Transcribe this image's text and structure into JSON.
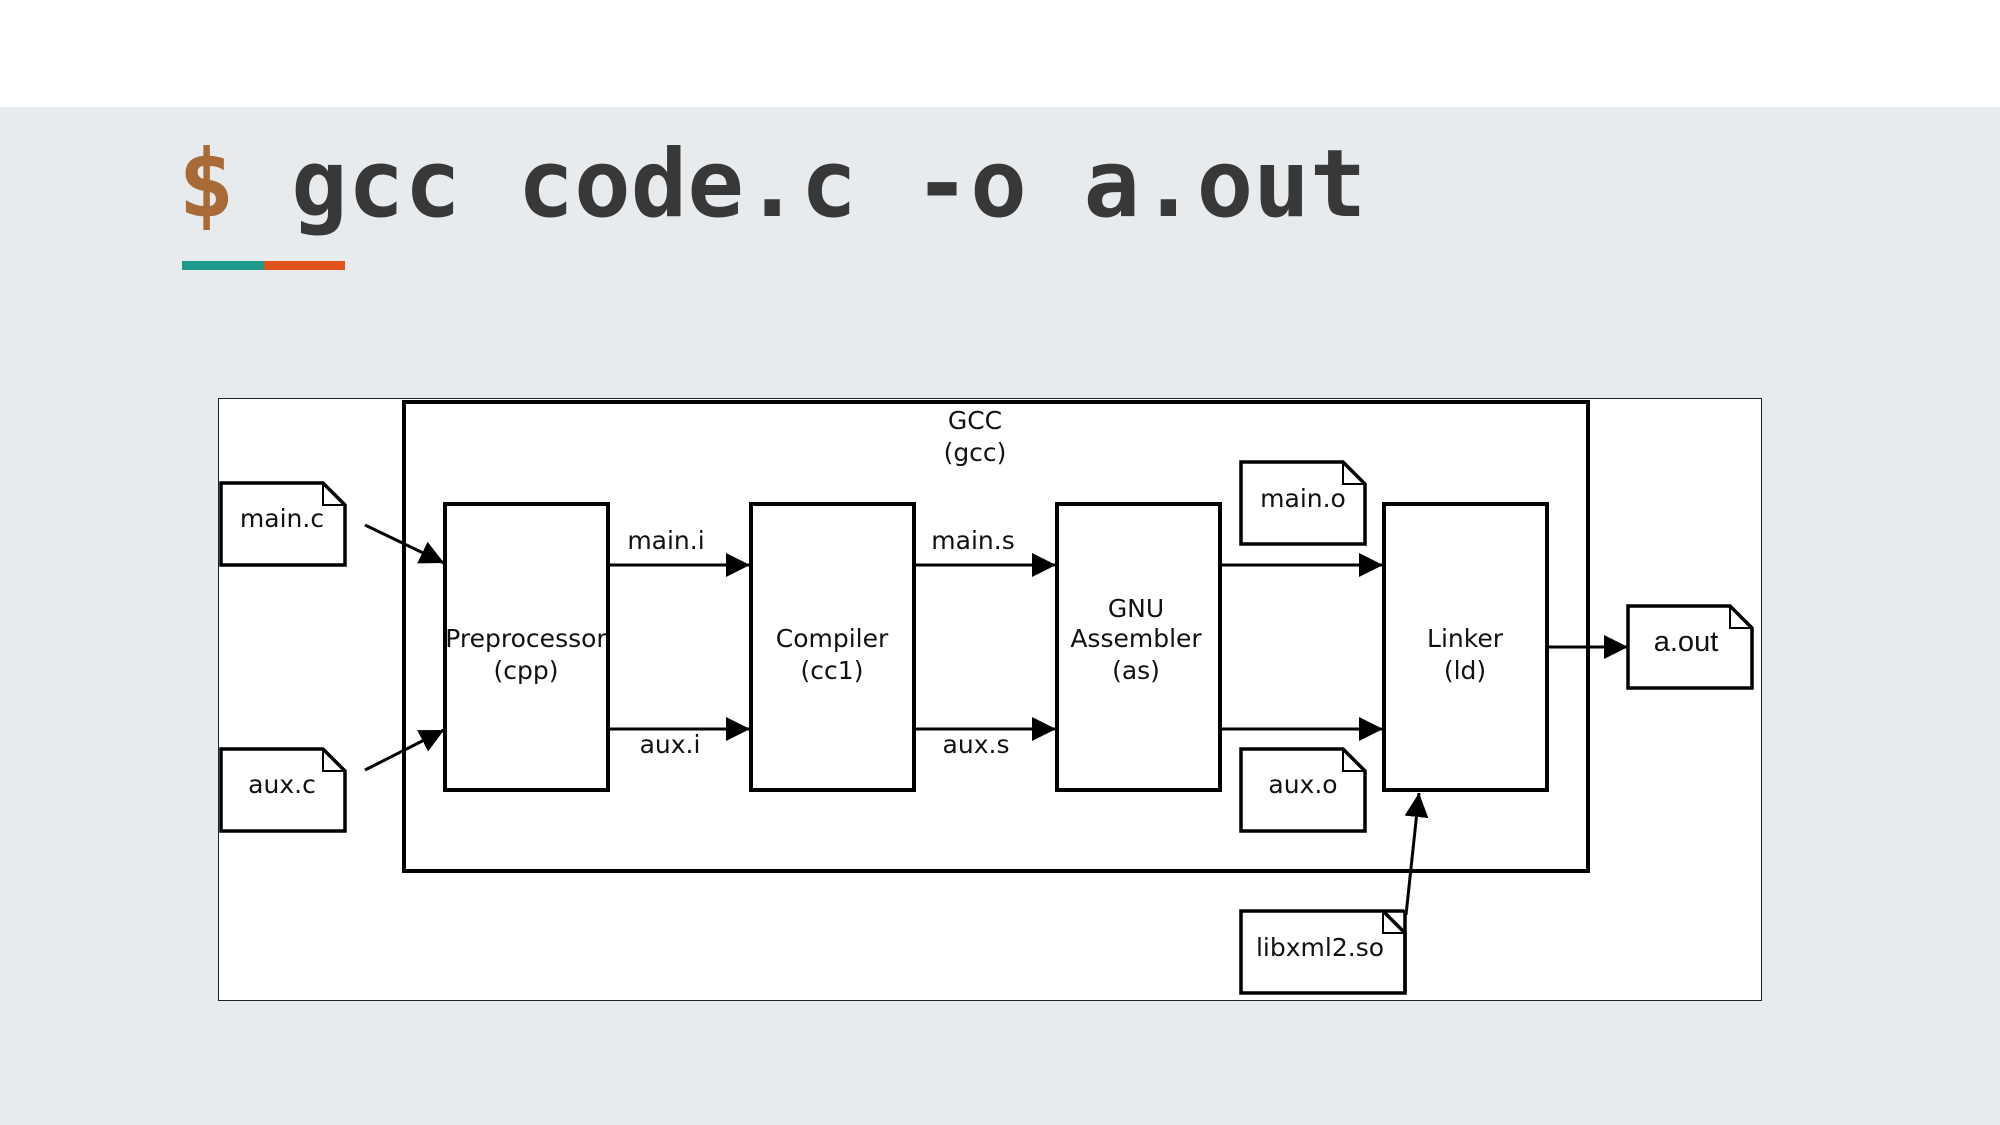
{
  "title": {
    "prompt": "$",
    "command": " gcc code.c -o a.out"
  },
  "diagram": {
    "container": {
      "line1": "GCC",
      "line2": "(gcc)"
    },
    "inputs": {
      "main_c": "main.c",
      "aux_c": "aux.c",
      "libxml": "libxml2.so"
    },
    "stages": {
      "preprocessor": {
        "line1": "Preprocessor",
        "line2": "(cpp)"
      },
      "compiler": {
        "line1": "Compiler",
        "line2": "(cc1)"
      },
      "assembler": {
        "line1": "GNU",
        "line2": "Assembler",
        "line3": "(as)"
      },
      "linker": {
        "line1": "Linker",
        "line2": "(ld)"
      }
    },
    "edges": {
      "main_i": "main.i",
      "aux_i": "aux.i",
      "main_s": "main.s",
      "aux_s": "aux.s"
    },
    "objects": {
      "main_o": "main.o",
      "aux_o": "aux.o"
    },
    "output": "a.out"
  }
}
